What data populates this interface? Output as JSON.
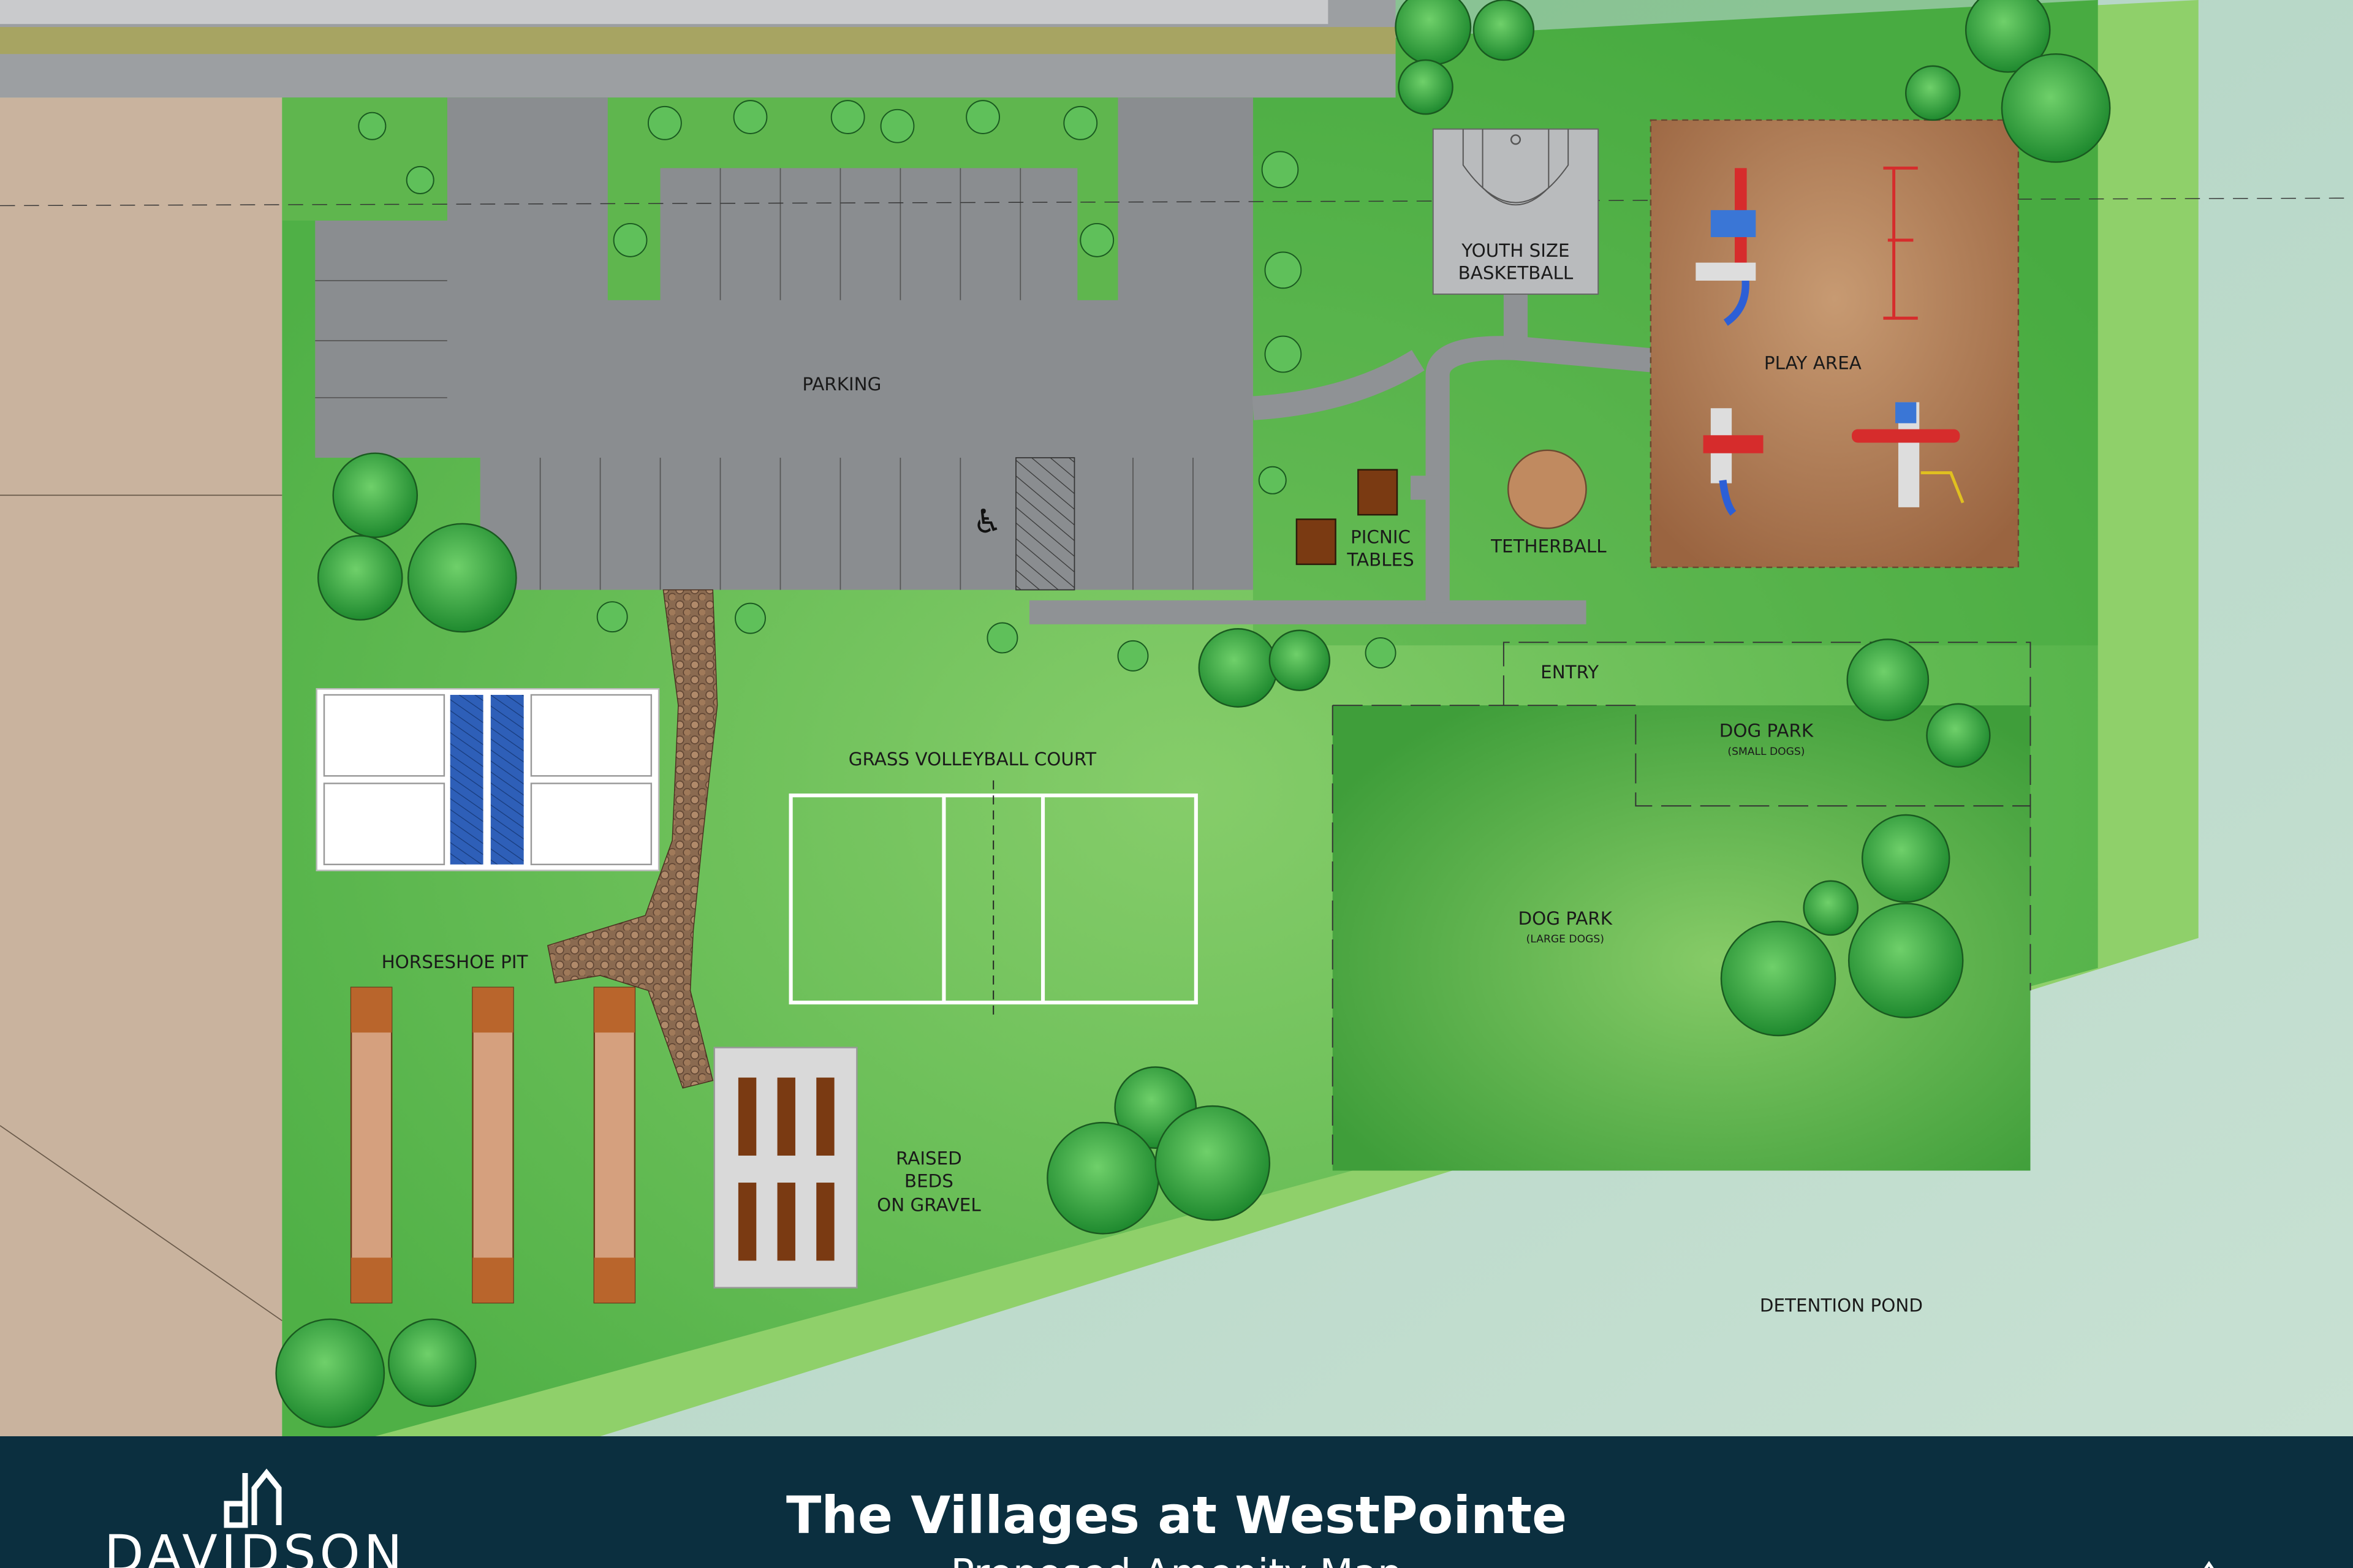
{
  "map": {
    "labels": {
      "parking": "PARKING",
      "basketball_1": "YOUTH SIZE",
      "basketball_2": "BASKETBALL",
      "play_area": "PLAY AREA",
      "picnic_1": "PICNIC",
      "picnic_2": "TABLES",
      "tetherball": "TETHERBALL",
      "entry": "ENTRY",
      "dog_small": "DOG PARK",
      "dog_small_sub": "(SMALL DOGS)",
      "dog_large": "DOG PARK",
      "dog_large_sub": "(LARGE DOGS)",
      "volleyball": "GRASS VOLLEYBALL COURT",
      "horseshoe": "HORSESHOE PIT",
      "raised_1": "RAISED",
      "raised_2": "BEDS",
      "raised_3": "ON GRAVEL",
      "pond": "DETENTION POND"
    },
    "icons": [
      "accessible-parking-icon"
    ],
    "colors": {
      "grass_dark": "#3f9e3a",
      "grass_light": "#7cc865",
      "parking": "#8a8d90",
      "play_mulch": "#a06a45",
      "pond": "#b8d8c8",
      "banner": "#0b2f3f"
    }
  },
  "banner": {
    "logo_text": "DAVIDSON",
    "title": "The Villages at WestPointe",
    "subtitle": "Proposed Amenity Map"
  }
}
